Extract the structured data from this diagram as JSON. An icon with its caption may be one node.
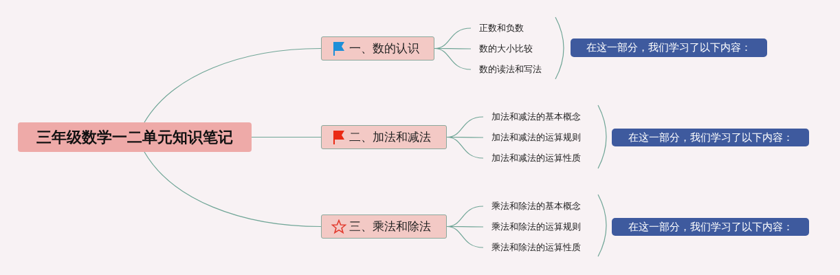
{
  "diagram": {
    "nodes": [
      {
        "text": [
          "三年级数学一二单元知识笔记"
        ]
      },
      {
        "text": [
          "一、数的认识"
        ]
      },
      {
        "text": [
          "正数和负数"
        ]
      },
      {
        "text": [
          "数的大小比较"
        ]
      },
      {
        "text": [
          "数的读法和写法"
        ]
      },
      {
        "text": [
          "在这一部分，我们学习了以下内容："
        ]
      },
      {
        "text": [
          "二、加法和减法"
        ]
      },
      {
        "text": [
          "加法和减法的基本概念"
        ]
      },
      {
        "text": [
          "加法和减法的运算规则"
        ]
      },
      {
        "text": [
          "加法和减法的运算性质"
        ]
      },
      {
        "text": [
          "在这一部分，我们学习了以下内容："
        ]
      },
      {
        "text": [
          "三、乘法和除法"
        ]
      },
      {
        "text": [
          "乘法和除法的基本概念"
        ]
      },
      {
        "text": [
          "乘法和除法的运算规则"
        ]
      },
      {
        "text": [
          "乘法和除法的运算性质"
        ]
      },
      {
        "text": [
          "在这一部分，我们学习了以下内容："
        ]
      }
    ],
    "edges": [
      {
        "from": 0,
        "to": 1,
        "arrow": "none"
      },
      {
        "from": 0,
        "to": 6,
        "arrow": "none"
      },
      {
        "from": 0,
        "to": 11,
        "arrow": "none"
      },
      {
        "from": 1,
        "to": 2,
        "arrow": "none"
      },
      {
        "from": 1,
        "to": 3,
        "arrow": "none"
      },
      {
        "from": 1,
        "to": 4,
        "arrow": "none"
      },
      {
        "from": 6,
        "to": 7,
        "arrow": "none"
      },
      {
        "from": 6,
        "to": 8,
        "arrow": "none"
      },
      {
        "from": 6,
        "to": 9,
        "arrow": "none"
      },
      {
        "from": 11,
        "to": 12,
        "arrow": "none"
      },
      {
        "from": 11,
        "to": 13,
        "arrow": "none"
      },
      {
        "from": 11,
        "to": 14,
        "arrow": "none"
      }
    ]
  }
}
